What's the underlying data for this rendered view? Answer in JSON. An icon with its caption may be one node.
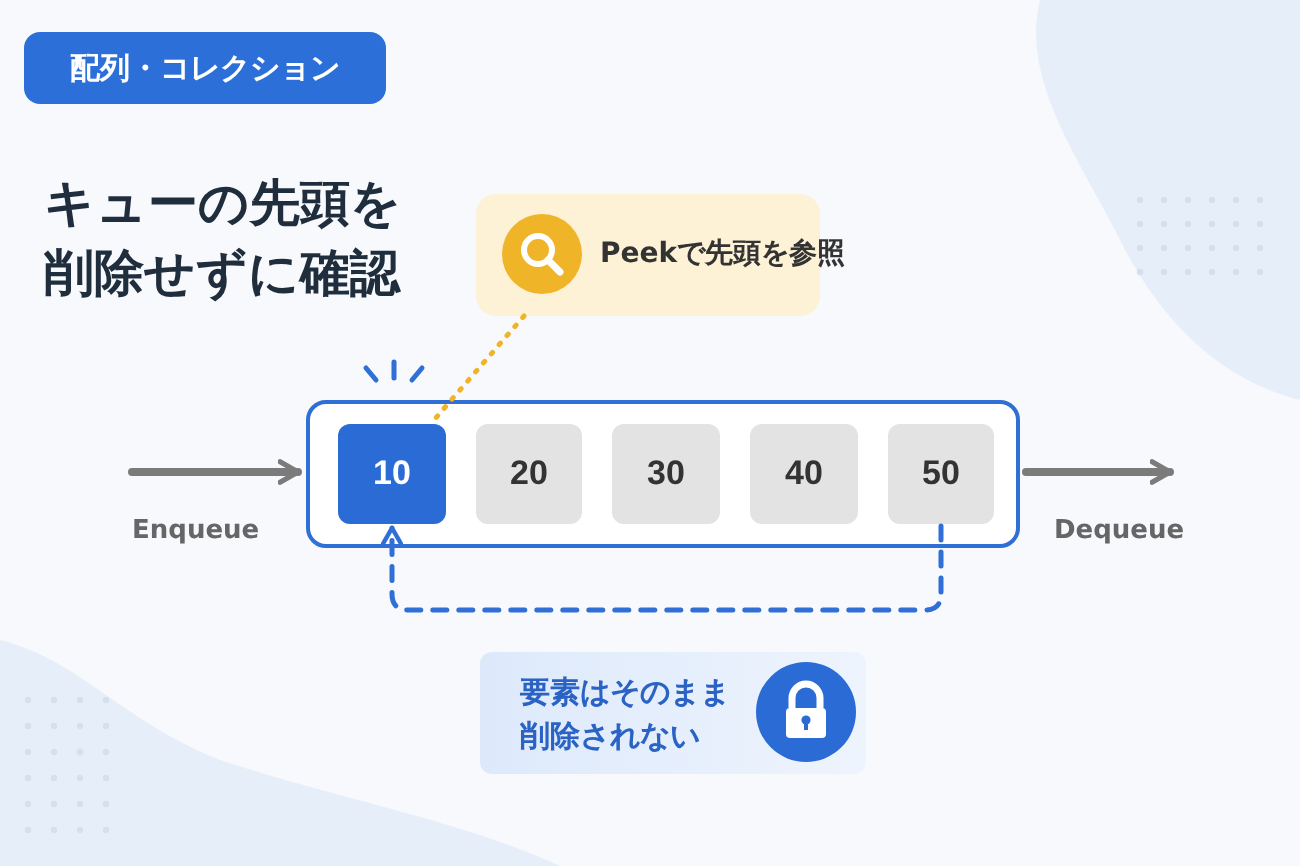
{
  "diagram": {
    "title": "キューの先頭を削除せずに確認",
    "nodes": [
      {
        "text": [
          "配列・コレクション"
        ]
      },
      {
        "text": [
          "Peekで先頭を参照"
        ]
      },
      {
        "text": [],
        "shape": "box"
      },
      {
        "text": [
          "10"
        ],
        "in": 2
      },
      {
        "text": [
          "20"
        ],
        "in": 2
      },
      {
        "text": [
          "30"
        ],
        "in": 2
      },
      {
        "text": [
          "40"
        ],
        "in": 2
      },
      {
        "text": [
          "50"
        ],
        "in": 2
      },
      {
        "text": [
          "要素はそのまま削除されない"
        ]
      }
    ],
    "edges": [
      {
        "from": null,
        "to": 2,
        "arrow": "to",
        "label": "Enqueue"
      },
      {
        "from": 2,
        "to": null,
        "arrow": "to",
        "label": "Dequeue"
      },
      {
        "from": 1,
        "to": 3,
        "arrow": "none",
        "style": "dashed",
        "color": "#f0b429"
      },
      {
        "from": 7,
        "to": 3,
        "arrow": "to",
        "style": "dashed",
        "color": "#2f6fd6"
      }
    ]
  }
}
